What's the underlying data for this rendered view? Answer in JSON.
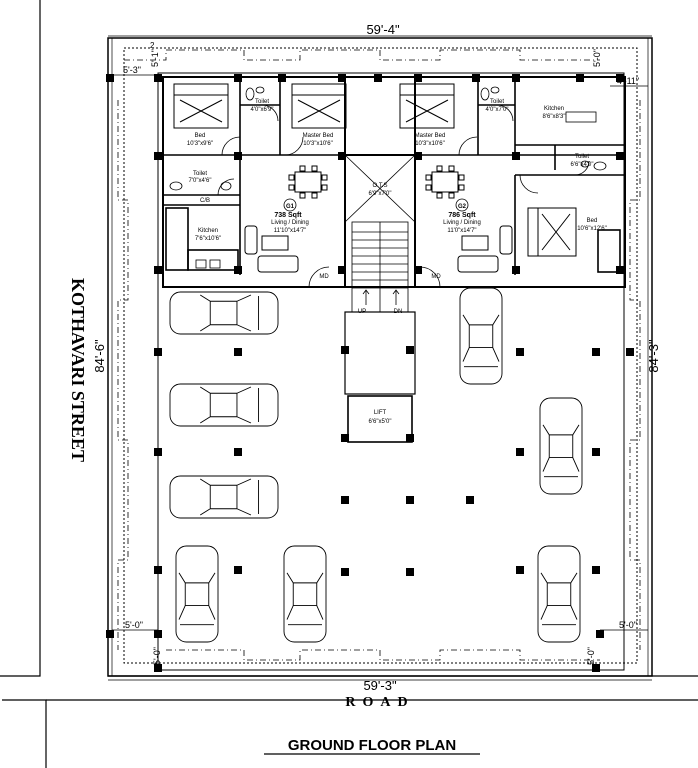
{
  "dimensions": {
    "top_width": "59'-4\"",
    "bottom_width": "59'-3\"",
    "left_depth": "84'-6\"",
    "right_depth": "84'-3\"",
    "setback_top_left": "5'-1\"",
    "setback_top_left_half": "2",
    "setback_top_right": "5'-0\"",
    "setback_left_top": "5'-3\"",
    "setback_right_top": "4'-11\"",
    "setback_left_bottom": "5'-0\"",
    "setback_right_bottom": "5'-0\"",
    "setback_bottom_left": "5'-0\"",
    "setback_bottom_right": "5'-0\""
  },
  "street_left": "KOTHAVARI STREET",
  "road_label": "ROAD",
  "plan_title": "GROUND FLOOR PLAN",
  "units": [
    {
      "code": "G1",
      "area": "738 Sqft"
    },
    {
      "code": "G2",
      "area": "786 Sqft"
    }
  ],
  "rooms": {
    "bed_g1": {
      "name": "Bed",
      "size": "10'3\"x9'6\""
    },
    "toilet_g1_top": {
      "name": "Toilet",
      "size": "4'0\"x6'9\""
    },
    "master_bed_g1": {
      "name": "Master Bed",
      "size": "10'3\"x10'6\""
    },
    "toilet_g1_left": {
      "name": "Toilet",
      "size": "7'0\"x4'6\""
    },
    "cb": {
      "name": "C/B"
    },
    "kitchen_g1": {
      "name": "Kitchen",
      "size": "7'6\"x10'6\""
    },
    "living_g1": {
      "name": "Living / Dining",
      "size": "11'10\"x14'7\""
    },
    "ots": {
      "name": "O.T.S",
      "size": "6'9\"x7'0\""
    },
    "master_bed_g2": {
      "name": "Master Bed",
      "size": "10'3\"x10'6\""
    },
    "toilet_g2_top": {
      "name": "Toilet",
      "size": "4'0\"x7'0\""
    },
    "kitchen_g2": {
      "name": "Kitchen",
      "size": "8'6\"x8'3\""
    },
    "toilet_g2_right": {
      "name": "Toilet",
      "size": "6'6\"x4'0\""
    },
    "living_g2": {
      "name": "Living / Dining",
      "size": "11'0\"x14'7\""
    },
    "bed_g2": {
      "name": "Bed",
      "size": "10'6\"x12'6\""
    },
    "lift": {
      "name": "LIFT",
      "size": "6'6\"x5'0\""
    }
  },
  "markers": {
    "main_door": "MD",
    "stair_up": "UP",
    "stair_down": "DN"
  },
  "parking_count": 8,
  "colors": {
    "ink": "#000000",
    "paper": "#ffffff"
  }
}
